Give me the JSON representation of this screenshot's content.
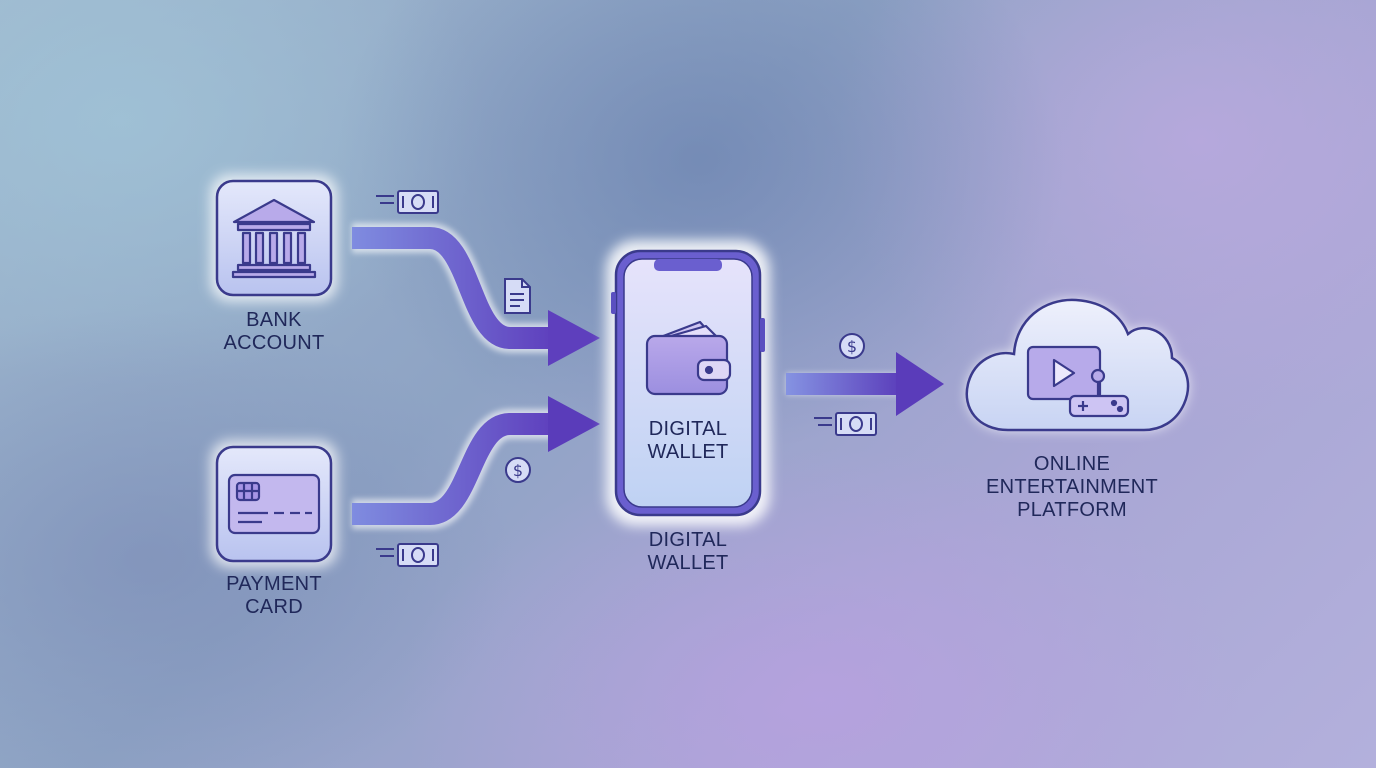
{
  "nodes": {
    "bank": {
      "line1": "BANK",
      "line2": "ACCOUNT",
      "icon": "bank-icon"
    },
    "card": {
      "line1": "PAYMENT",
      "line2": "CARD",
      "icon": "credit-card-icon"
    },
    "wallet": {
      "inner_line1": "DIGITAL",
      "inner_line2": "WALLET",
      "line1": "DIGITAL",
      "line2": "WALLET",
      "icon": "wallet-icon"
    },
    "platform": {
      "line1": "ONLINE",
      "line2": "ENTERTAINMENT",
      "line3": "PLATFORM",
      "icon": "cloud-play-joystick-icon"
    }
  },
  "edges": [
    {
      "from": "bank",
      "to": "wallet"
    },
    {
      "from": "card",
      "to": "wallet"
    },
    {
      "from": "wallet",
      "to": "platform"
    }
  ],
  "colors": {
    "arrow": "#6a48c4",
    "arrow_light": "#8a8fe0",
    "stroke": "#3a3a8c",
    "tile_fill": "#c9d0f2",
    "glow": "#ffffff"
  }
}
